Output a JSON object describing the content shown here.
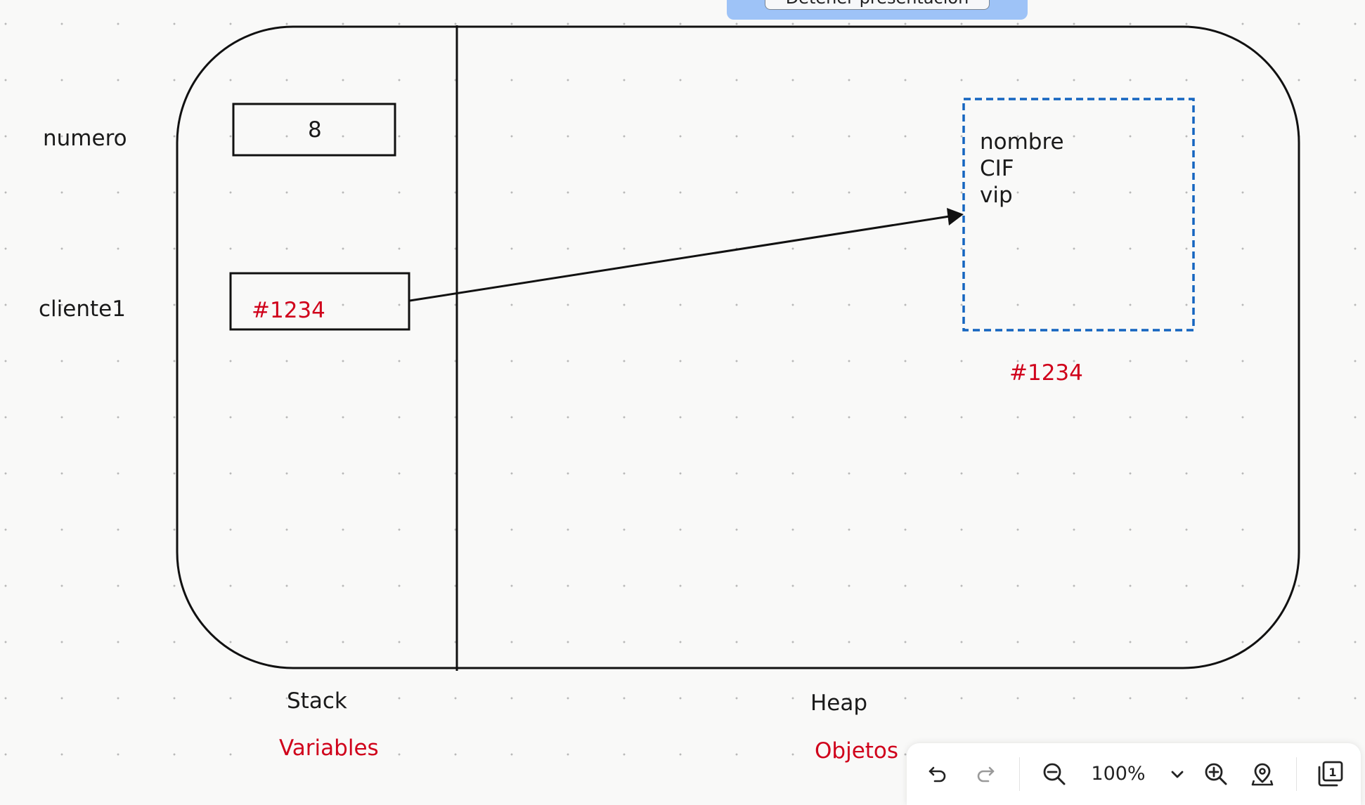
{
  "presentation": {
    "stop_label": "Detener presentación"
  },
  "diagram": {
    "variables": {
      "numero": {
        "name": "numero",
        "value": "8"
      },
      "cliente1": {
        "name": "cliente1",
        "value": "#1234"
      }
    },
    "object": {
      "fields": [
        "nombre",
        "CIF",
        "vip"
      ],
      "address": "#1234"
    },
    "regions": {
      "stack": {
        "title": "Stack",
        "subtitle": "Variables"
      },
      "heap": {
        "title": "Heap",
        "subtitle": "Objetos"
      }
    },
    "colors": {
      "reference_text": "#d0021b",
      "object_border": "#1565c0",
      "stroke": "#111111"
    }
  },
  "toolbar": {
    "zoom": "100%",
    "icons": [
      "undo-icon",
      "redo-icon",
      "zoom-out-icon",
      "chevron-down-icon",
      "zoom-in-icon",
      "map-pin-icon",
      "pages-icon"
    ],
    "pages_count": "1"
  }
}
